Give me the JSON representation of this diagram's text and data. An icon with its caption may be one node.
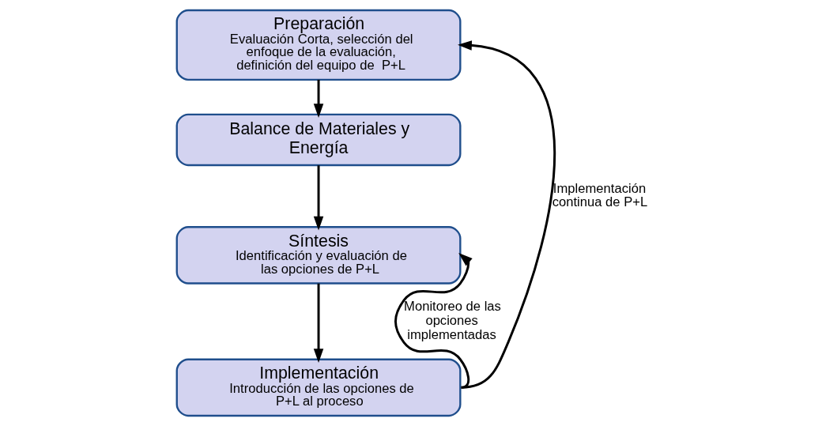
{
  "diagram": {
    "nodes": [
      {
        "text": [
          "Preparación",
          "Evaluación Corta, selección del enfoque de la evaluación, definición del equipo de  P+L"
        ]
      },
      {
        "text": [
          "Balance de Materiales y Energía"
        ]
      },
      {
        "text": [
          "Síntesis",
          "Identificación y evaluación de las opciones de P+L"
        ]
      },
      {
        "text": [
          "Implementación",
          "Introducción de las opciones de P+L al proceso"
        ]
      }
    ],
    "edges": [
      {
        "from": 0,
        "to": 1,
        "arrow": "to"
      },
      {
        "from": 1,
        "to": 2,
        "arrow": "to"
      },
      {
        "from": 2,
        "to": 3,
        "arrow": "to"
      },
      {
        "from": 3,
        "to": 2,
        "arrow": "to",
        "label": "Monitoreo de las opciones implementadas"
      },
      {
        "from": 3,
        "to": 0,
        "arrow": "to",
        "label": "Implementación continua de P+L"
      }
    ]
  }
}
